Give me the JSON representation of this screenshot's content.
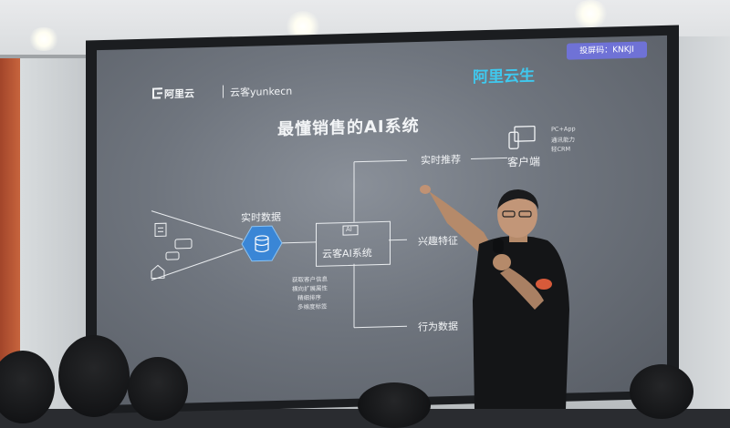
{
  "slide": {
    "logo_aliyun": "阿里云",
    "logo_yunke": "云客yunkecn",
    "title": "最懂销售的AI系统",
    "search_code": "投屏码：KNKJI",
    "brand": "阿里云生",
    "nodes": {
      "realtime_data": "实时数据",
      "core_system": "云客AI系统",
      "core_badge": "AI",
      "realtime_recommend": "实时推荐",
      "client": "客户端",
      "interest": "兴趣特征",
      "behavior": "行为数据"
    },
    "client_notes": [
      "PC+App",
      "通讯能力",
      "轻CRM"
    ],
    "core_notes": [
      "获取客户信息",
      "横向扩展属性",
      "精细排序",
      "多维度标签"
    ]
  },
  "colors": {
    "accent_blue": "#3fc9ef",
    "hex_blue": "#3a86d6",
    "badge_purple": "#6f72d6"
  },
  "icons": [
    "aliyun-logo-icon",
    "monitor-phone-icon",
    "database-icon",
    "home-icon",
    "document-icon",
    "chat-icon"
  ]
}
